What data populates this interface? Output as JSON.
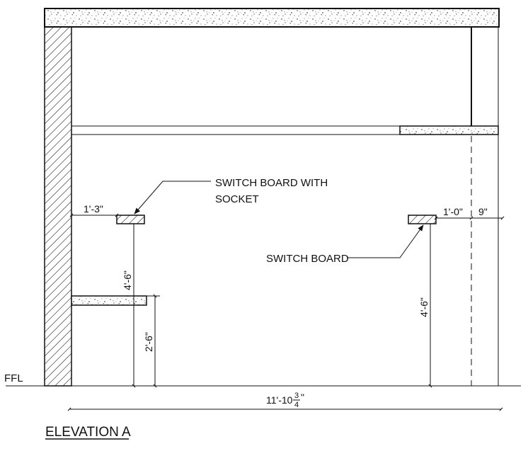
{
  "labels": {
    "switch_board_socket_line1": "SWITCH BOARD WITH",
    "switch_board_socket_line2": "SOCKET",
    "switch_board": "SWITCH BOARD",
    "ffl": "FFL",
    "title": "ELEVATION A"
  },
  "dimensions": {
    "left_offset": "1'-3\"",
    "left_height": "4'-6\"",
    "shelf_height": "2'-6\"",
    "right_offset": "1'-0\"",
    "right_end": "9\"",
    "right_height": "4'-6\"",
    "overall_width_whole": "11'-10",
    "overall_width_frac_num": "3",
    "overall_width_frac_den": "4",
    "overall_width_inch": "\""
  }
}
